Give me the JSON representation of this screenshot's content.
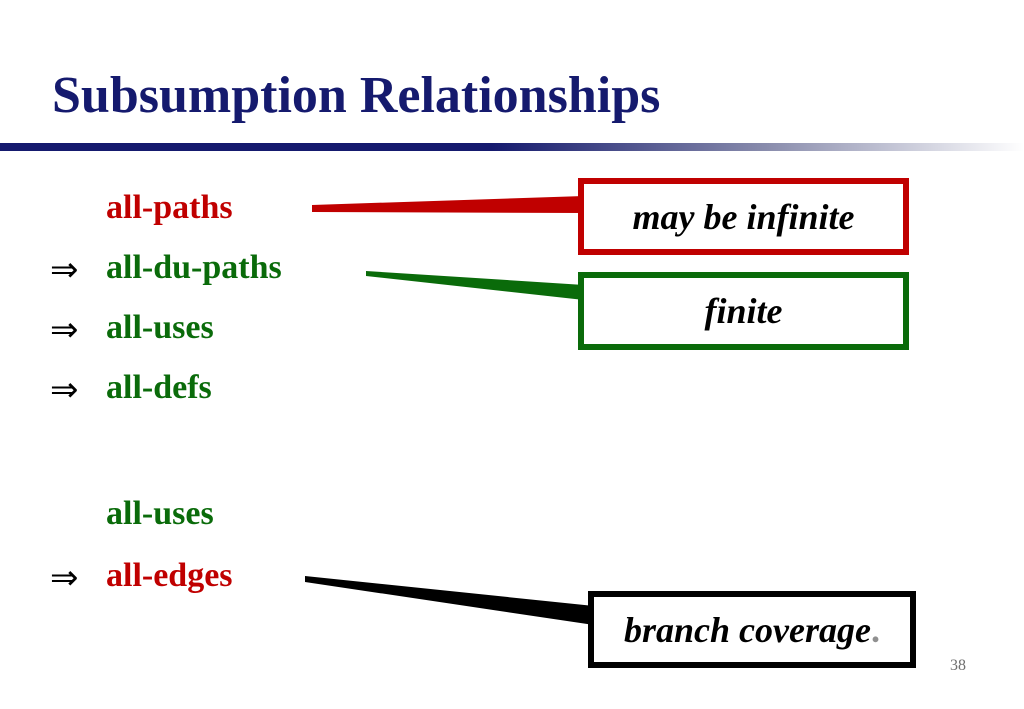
{
  "slide": {
    "title": "Subsumption Relationships",
    "arrow_symbol": "⇒",
    "chain1": [
      {
        "text": "all-paths",
        "color": "#c00000",
        "has_arrow": false
      },
      {
        "text": "all-du-paths",
        "color": "#0a6b0a",
        "has_arrow": true
      },
      {
        "text": "all-uses",
        "color": "#0a6b0a",
        "has_arrow": true
      },
      {
        "text": "all-defs",
        "color": "#0a6b0a",
        "has_arrow": true
      }
    ],
    "chain2": [
      {
        "text": "all-uses",
        "color": "#0a6b0a",
        "has_arrow": false
      },
      {
        "text": "all-edges",
        "color": "#c00000",
        "has_arrow": true
      }
    ],
    "callouts": {
      "infinite": {
        "text": "may be infinite",
        "border_color": "#c00000"
      },
      "finite": {
        "text": "finite",
        "border_color": "#0a6b0a"
      },
      "branch": {
        "text": "branch coverage",
        "suffix": ".",
        "border_color": "#000000"
      }
    },
    "page_number": "38",
    "colors": {
      "title": "#151a6e",
      "red": "#c00000",
      "green": "#0a6b0a"
    }
  }
}
